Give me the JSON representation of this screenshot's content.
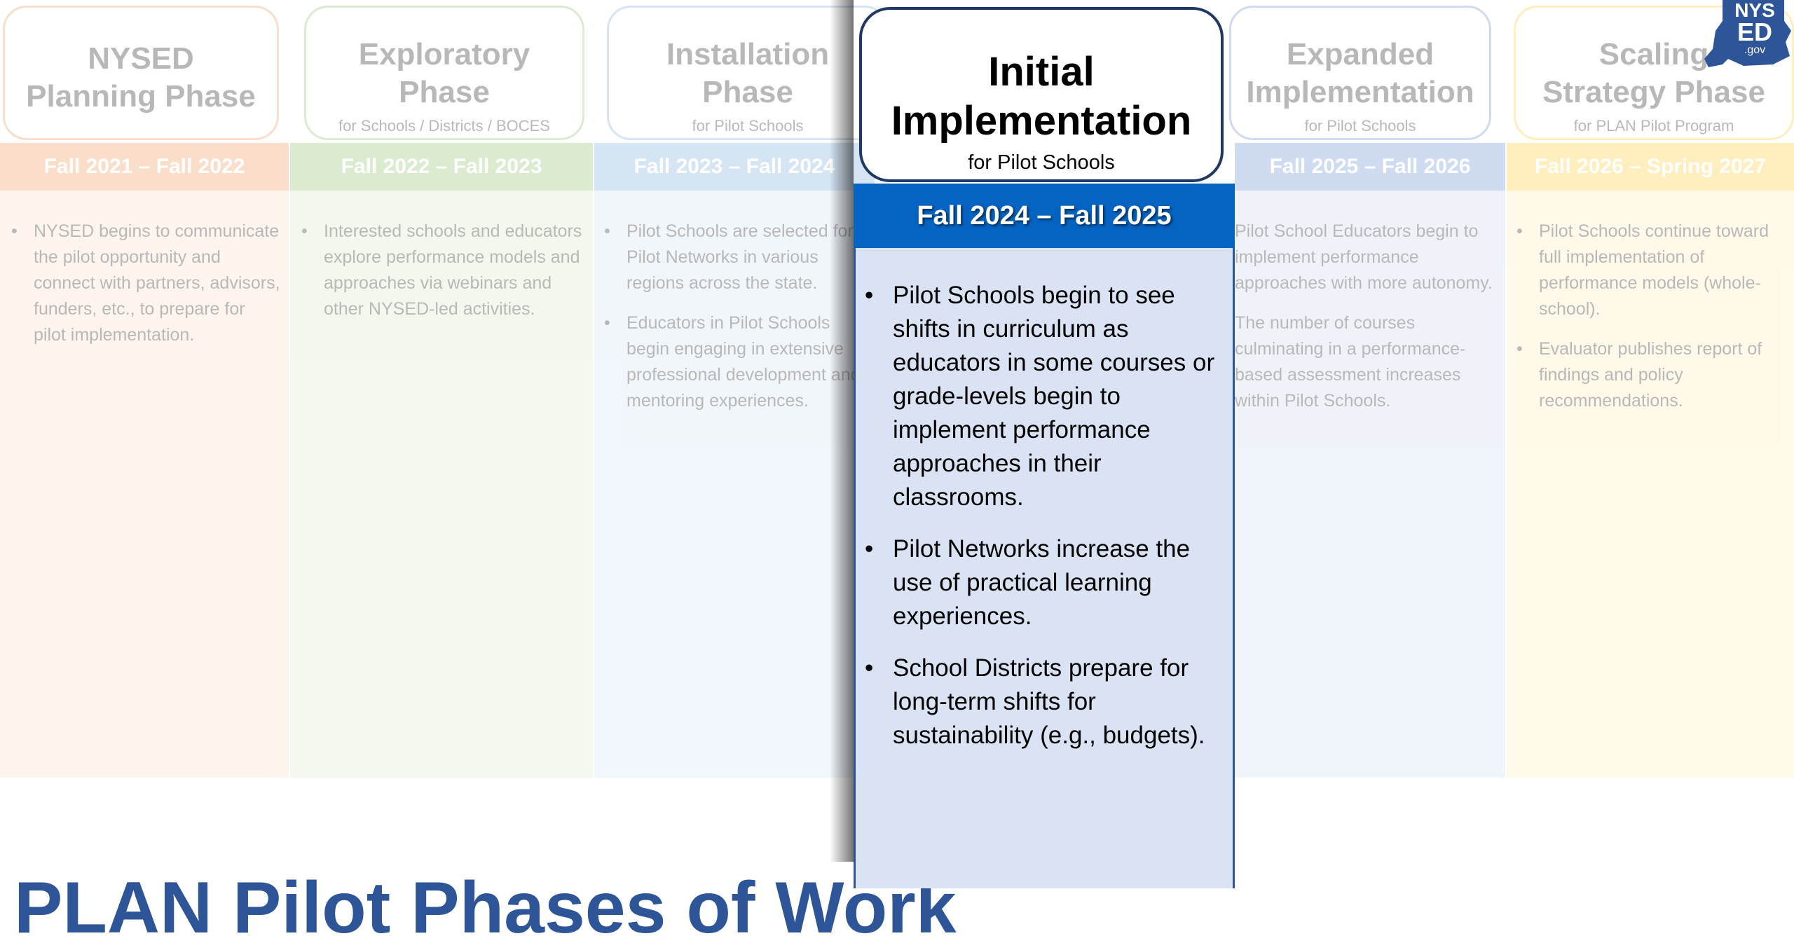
{
  "columns": [
    {
      "title_line1": "NYSED",
      "title_line2": "Planning Phase",
      "subtitle": "",
      "dates": "Fall 2021 – Fall 2022",
      "bullets": [
        "NYSED begins to communicate the pilot opportunity and connect with partners, advisors, funders, etc., to prepare for pilot implementation."
      ]
    },
    {
      "title_line1": "Exploratory",
      "title_line2": "Phase",
      "subtitle": "for Schools / Districts / BOCES",
      "dates": "Fall 2022 – Fall 2023",
      "bullets": [
        "Interested schools and educators explore performance models and approaches via webinars and other NYSED-led activities."
      ]
    },
    {
      "title_line1": "Installation",
      "title_line2": "Phase",
      "subtitle": "for Pilot Schools",
      "dates": "Fall 2023 – Fall 2024",
      "bullets": [
        "Pilot Schools are selected form Pilot Networks in various regions across the state.",
        "Educators in Pilot Schools begin engaging in extensive professional development and mentoring experiences."
      ]
    },
    {
      "title_line1": "Expanded",
      "title_line2": "Implementation",
      "subtitle": "for Pilot Schools",
      "dates": "Fall 2025 – Fall 2026",
      "bullets": [
        "Pilot School Educators begin to implement performance approaches with more autonomy.",
        "The number of courses culminating in a performance-based assessment increases within Pilot Schools."
      ]
    },
    {
      "title_line1": "Scaling",
      "title_line2": "Strategy Phase",
      "subtitle": "for PLAN Pilot Program",
      "dates": "Fall 2026 – Spring 2027",
      "bullets": [
        "Pilot Schools continue toward full implementation of performance models (whole-school).",
        "Evaluator publishes report of findings and policy recommendations."
      ]
    }
  ],
  "focus": {
    "title_line1": "Initial",
    "title_line2": "Implementation",
    "subtitle": "for Pilot Schools",
    "dates": "Fall 2024 – Fall 2025",
    "bullets": [
      "Pilot Schools begin to see shifts in curriculum as educators in some courses or grade-levels begin to implement performance approaches in their classrooms.",
      "Pilot Networks increase the use of practical learning experiences.",
      "School Districts prepare for long-term shifts for sustainability (e.g., budgets)."
    ]
  },
  "footer_title": "PLAN Pilot Phases of Work",
  "logo": {
    "line1": "NYS",
    "line2": "ED",
    "line3": ".gov"
  },
  "colors": {
    "planning": "#f4b183",
    "exploratory": "#a9d18e",
    "installation": "#9dc3e6",
    "expanded": "#8faadc",
    "scaling": "#ffd966",
    "focus_bar": "#0563c1",
    "focus_panel": "#dae3f3",
    "brand_blue": "#2e5597"
  }
}
